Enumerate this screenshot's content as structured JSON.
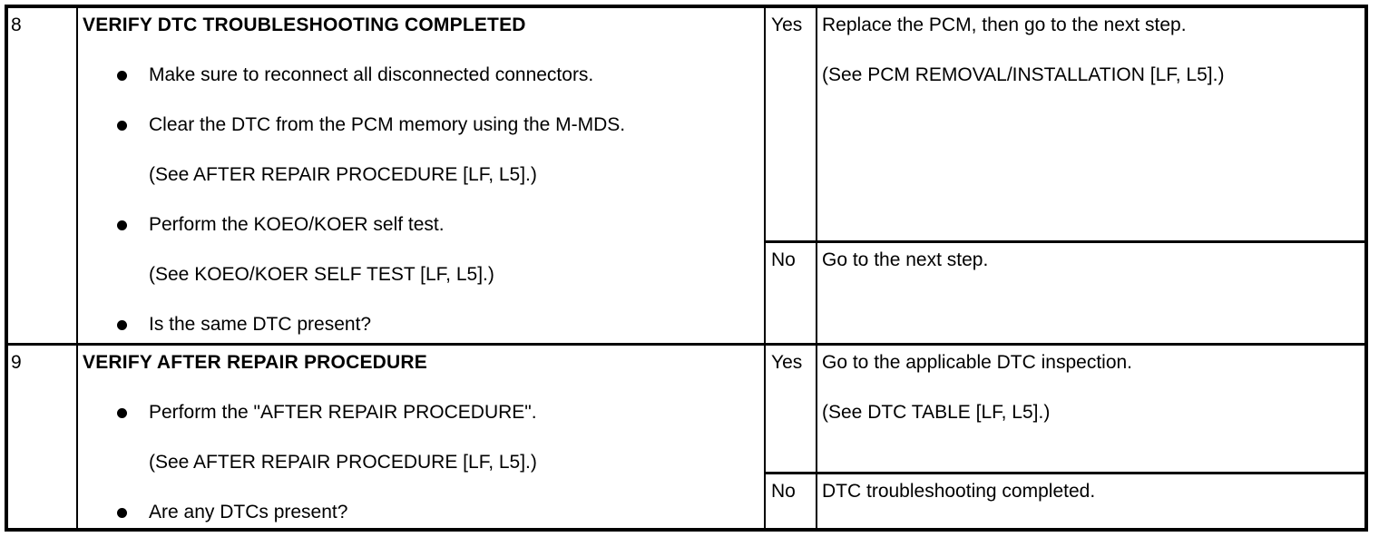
{
  "colors": {
    "border": "#000000",
    "background": "#ffffff",
    "text": "#000000"
  },
  "table": {
    "rows": [
      {
        "step": "8",
        "title": "VERIFY DTC TROUBLESHOOTING COMPLETED",
        "actions": [
          {
            "bullet": true,
            "text": "Make sure to reconnect all disconnected connectors."
          },
          {
            "bullet": true,
            "text": "Clear the DTC from the PCM memory using the M-MDS."
          },
          {
            "bullet": false,
            "text": "(See AFTER REPAIR PROCEDURE [LF, L5].)"
          },
          {
            "bullet": true,
            "text": "Perform the KOEO/KOER self test."
          },
          {
            "bullet": false,
            "text": "(See KOEO/KOER SELF TEST [LF, L5].)"
          },
          {
            "bullet": true,
            "text": "Is the same DTC present?"
          }
        ],
        "branches": [
          {
            "answer": "Yes",
            "lines": [
              "Replace the PCM, then go to the next step.",
              "(See PCM REMOVAL/INSTALLATION [LF, L5].)"
            ]
          },
          {
            "answer": "No",
            "lines": [
              "Go to the next step."
            ]
          }
        ]
      },
      {
        "step": "9",
        "title": "VERIFY AFTER REPAIR PROCEDURE",
        "actions": [
          {
            "bullet": true,
            "text": "Perform the \"AFTER REPAIR PROCEDURE\"."
          },
          {
            "bullet": false,
            "text": "(See AFTER REPAIR PROCEDURE [LF, L5].)"
          },
          {
            "bullet": true,
            "text": "Are any DTCs present?"
          }
        ],
        "branches": [
          {
            "answer": "Yes",
            "lines": [
              "Go to the applicable DTC inspection.",
              "(See DTC TABLE [LF, L5].)"
            ]
          },
          {
            "answer": "No",
            "lines": [
              "DTC troubleshooting completed."
            ]
          }
        ]
      }
    ]
  }
}
